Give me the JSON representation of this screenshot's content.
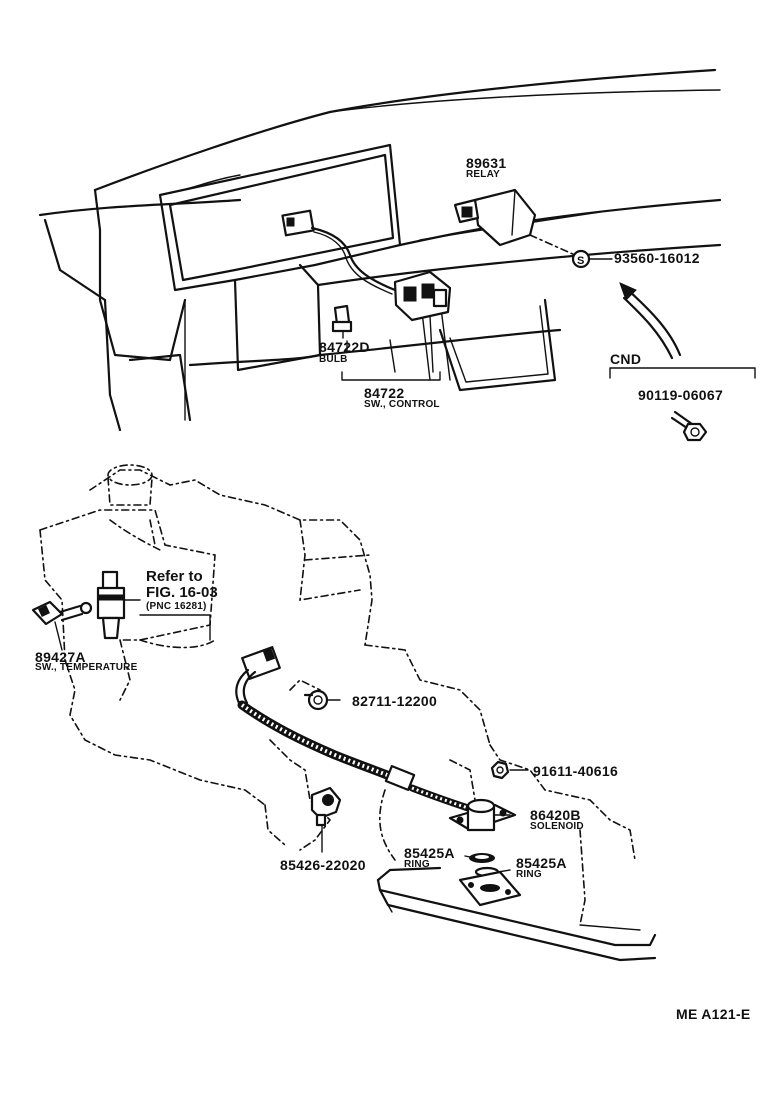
{
  "labels": {
    "relay_num": "89631",
    "relay_name": "RELAY",
    "screw_num": "93560-16012",
    "bulb_num": "84722D",
    "bulb_name": "BULB",
    "switch_num": "84722",
    "switch_name": "SW., CONTROL",
    "cnd": "CND",
    "bolt_num": "90119-06067",
    "refer_to": "Refer to",
    "fig": "FIG. 16-03",
    "pnc": "(PNC 16281)",
    "temp_num": "89427A",
    "temp_name": "SW., TEMPERATURE",
    "clamp_num": "82711-12200",
    "nut_num": "91611-40616",
    "solenoid_num": "86420B",
    "solenoid_name": "SOLENOID",
    "ring1_num": "85425A",
    "ring1_name": "RING",
    "ring2_num": "85425A",
    "ring2_name": "RING",
    "bracket_num": "85426-22020",
    "code": "ME  A121-E"
  }
}
